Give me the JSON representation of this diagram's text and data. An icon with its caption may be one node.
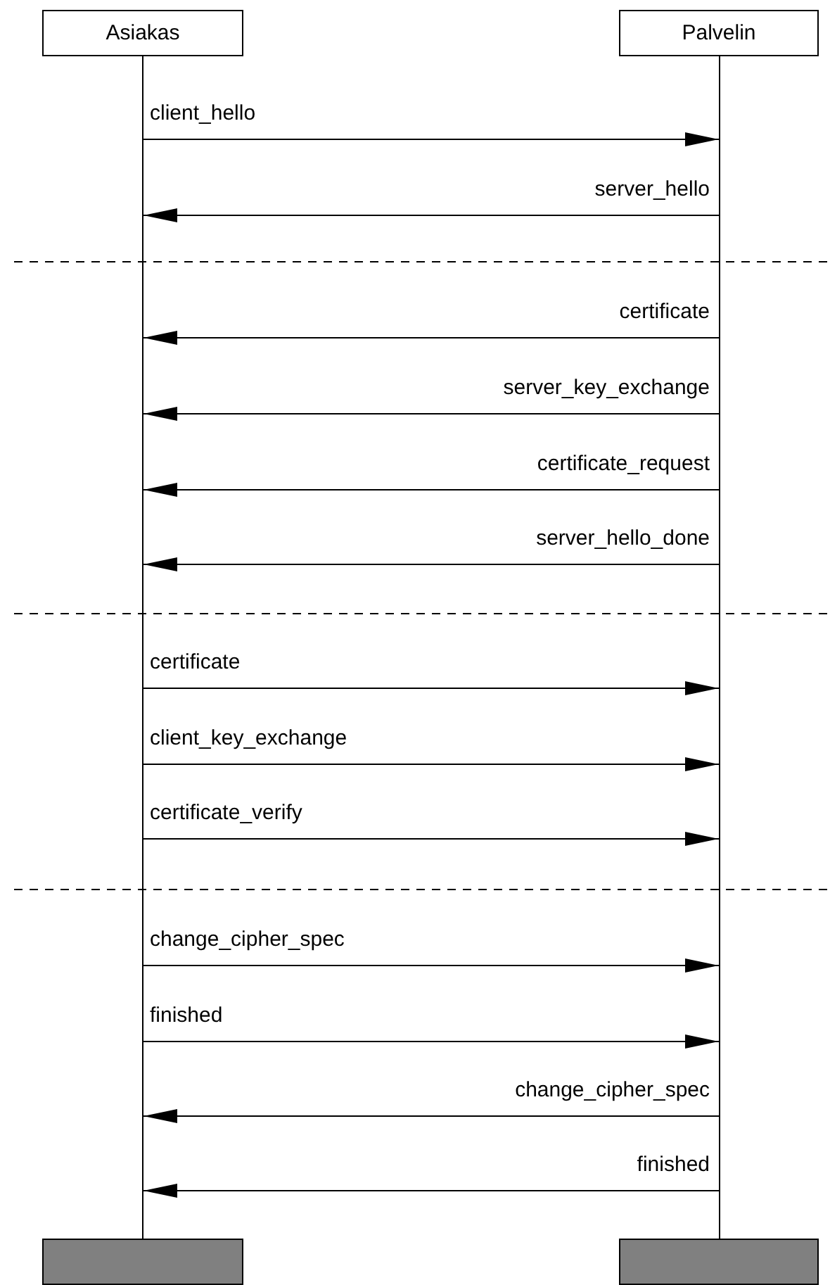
{
  "diagram": {
    "nodes": [
      {
        "text": [
          "Asiakas"
        ]
      },
      {
        "text": [
          "Palvelin"
        ]
      },
      {
        "text": [],
        "shape": "line"
      },
      {
        "text": [],
        "shape": "line"
      },
      {
        "text": [],
        "shape": "bar"
      },
      {
        "text": [],
        "shape": "bar"
      }
    ],
    "edges": [
      {
        "from": 2,
        "to": 3,
        "arrow": "to",
        "label": "client_hello"
      },
      {
        "from": 3,
        "to": 2,
        "arrow": "to",
        "label": "server_hello"
      },
      {
        "from": 3,
        "to": 2,
        "arrow": "to",
        "label": "certificate"
      },
      {
        "from": 3,
        "to": 2,
        "arrow": "to",
        "label": "server_key_exchange"
      },
      {
        "from": 3,
        "to": 2,
        "arrow": "to",
        "label": "certificate_request"
      },
      {
        "from": 3,
        "to": 2,
        "arrow": "to",
        "label": "server_hello_done"
      },
      {
        "from": 2,
        "to": 3,
        "arrow": "to",
        "label": "certificate"
      },
      {
        "from": 2,
        "to": 3,
        "arrow": "to",
        "label": "client_key_exchange"
      },
      {
        "from": 2,
        "to": 3,
        "arrow": "to",
        "label": "certificate_verify"
      },
      {
        "from": 2,
        "to": 3,
        "arrow": "to",
        "label": "change_cipher_spec"
      },
      {
        "from": 2,
        "to": 3,
        "arrow": "to",
        "label": "finished"
      },
      {
        "from": 3,
        "to": 2,
        "arrow": "to",
        "label": "change_cipher_spec"
      },
      {
        "from": 3,
        "to": 2,
        "arrow": "to",
        "label": "finished"
      }
    ]
  }
}
